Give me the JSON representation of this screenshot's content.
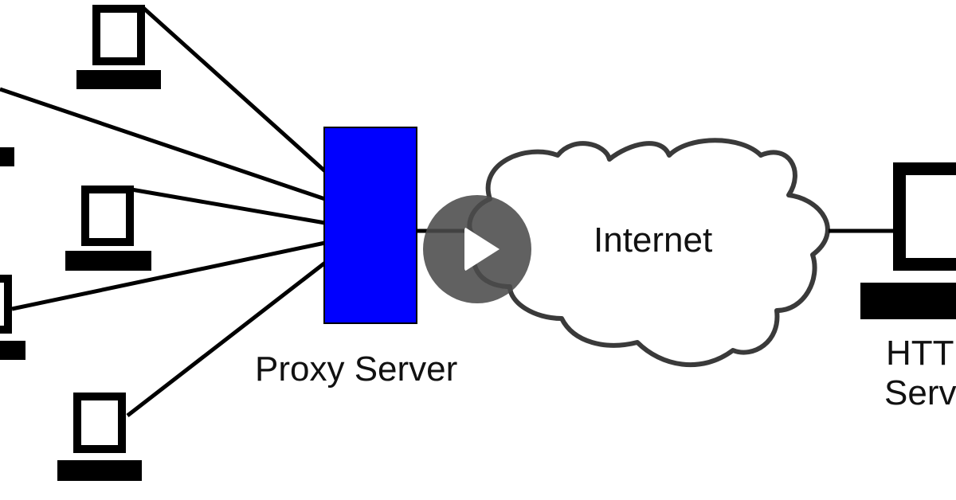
{
  "labels": {
    "proxy": "Proxy Server",
    "internet": "Internet",
    "http_line1": "HTT",
    "http_line2": "Serv"
  },
  "colors": {
    "proxy_fill": "#0000ff",
    "lines": "#000000",
    "cloud_stroke": "#3a3a3a",
    "play_bg": "#4b4b4b",
    "play_icon": "#ffffff"
  },
  "icons": {
    "clients": "computer-icon",
    "server": "computer-icon",
    "overlay": "play-icon"
  }
}
